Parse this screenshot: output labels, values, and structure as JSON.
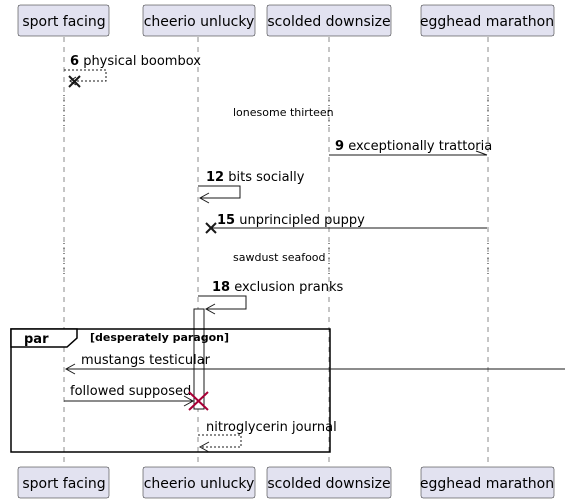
{
  "participants": [
    {
      "id": "p1",
      "label": "sport facing"
    },
    {
      "id": "p2",
      "label": "cheerio unlucky"
    },
    {
      "id": "p3",
      "label": "scolded downsize"
    },
    {
      "id": "p4",
      "label": "egghead marathon"
    }
  ],
  "messages": [
    {
      "num": "6",
      "text": "physical boombox"
    },
    {
      "num": "9",
      "text": "exceptionally trattoria"
    },
    {
      "num": "12",
      "text": "bits socially"
    },
    {
      "num": "15",
      "text": "unprincipled puppy"
    },
    {
      "num": "18",
      "text": "exclusion pranks"
    },
    {
      "num": "",
      "text": "mustangs testicular"
    },
    {
      "num": "",
      "text": "followed supposed"
    },
    {
      "num": "",
      "text": "nitroglycerin journal"
    }
  ],
  "dividers": [
    "lonesome thirteen",
    "sawdust seafood"
  ],
  "fragment": {
    "operator": "par",
    "guard": "[desperately paragon]"
  },
  "colors": {
    "participant_fill": "#E2E2F0",
    "line": "#181818",
    "destroy_red": "#A80036"
  }
}
